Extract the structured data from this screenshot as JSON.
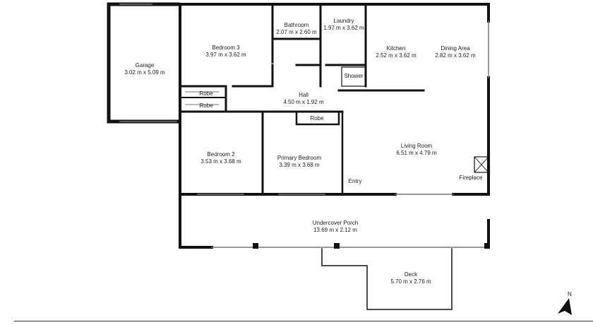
{
  "rooms": {
    "garage": {
      "name": "Garage",
      "dims": "3.02 m x 5.09 m"
    },
    "bed3": {
      "name": "Bedroom 3",
      "dims": "3.97 m x 3.62 m"
    },
    "bath": {
      "name": "Bathroom",
      "dims": "2.07 m x 2.60 m"
    },
    "laundry": {
      "name": "Laundry",
      "dims": "1.97 m x 3.62 m"
    },
    "kitchen": {
      "name": "Kitchen",
      "dims": "2.52 m x 3.62 m"
    },
    "dining": {
      "name": "Dining Area",
      "dims": "2.82 m x 3.62 m"
    },
    "hall": {
      "name": "Hall",
      "dims": "4.50 m x 1.92 m"
    },
    "bed2": {
      "name": "Bedroom 2",
      "dims": "3.53 m x 3.68 m"
    },
    "primary": {
      "name": "Primary Bedroom",
      "dims": "3.39 m x 3.68 m"
    },
    "living": {
      "name": "Living Room",
      "dims": "6.51 m x 4.79 m"
    },
    "porch": {
      "name": "Undercover Porch",
      "dims": "13.69 m x 2.12 m"
    },
    "deck": {
      "name": "Deck",
      "dims": "5.70 m x 2.76 m"
    }
  },
  "labels": {
    "robe": "Robe",
    "shower": "Shower",
    "entry": "Entry",
    "fireplace": "Fireplace",
    "north": "N"
  }
}
